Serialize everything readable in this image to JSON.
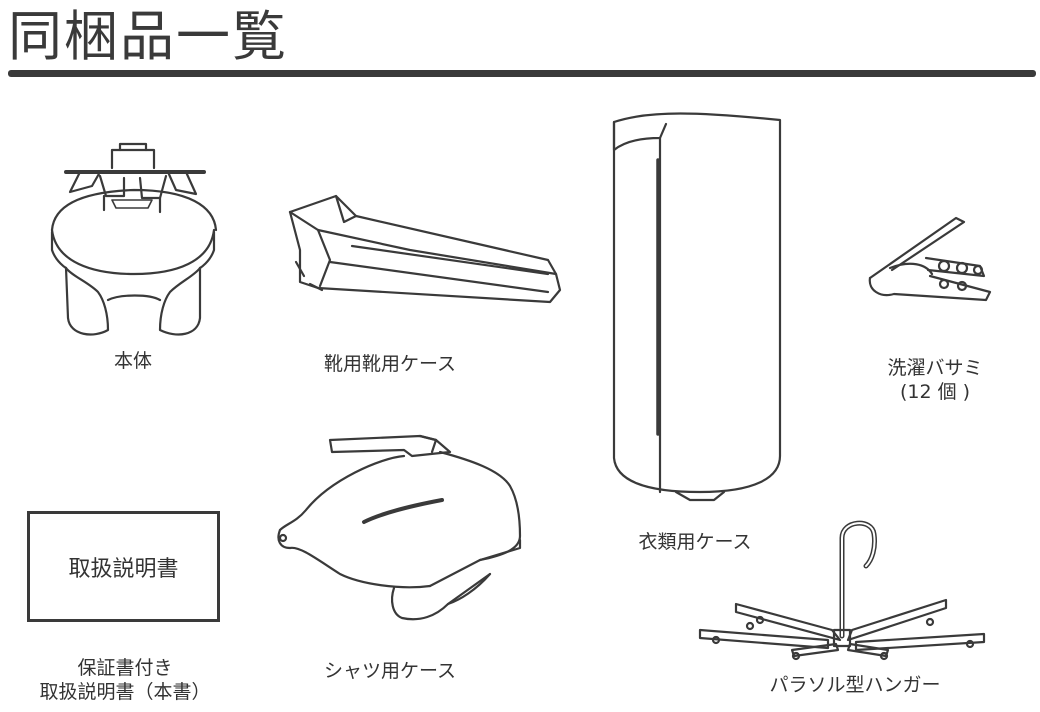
{
  "header": {
    "title": "同梱品一覧"
  },
  "items": {
    "body": {
      "label": "本体"
    },
    "shoe_case": {
      "label": "靴用靴用ケース"
    },
    "clothes_case": {
      "label": "衣類用ケース"
    },
    "clips": {
      "label": "洗濯バサミ",
      "count": "(12 個 )"
    },
    "manual": {
      "box_text": "取扱説明書",
      "label_line1": "保証書付き",
      "label_line2": "取扱説明書（本書）"
    },
    "shirt_case": {
      "label": "シャツ用ケース"
    },
    "hanger": {
      "label": "パラソル型ハンガー"
    }
  }
}
